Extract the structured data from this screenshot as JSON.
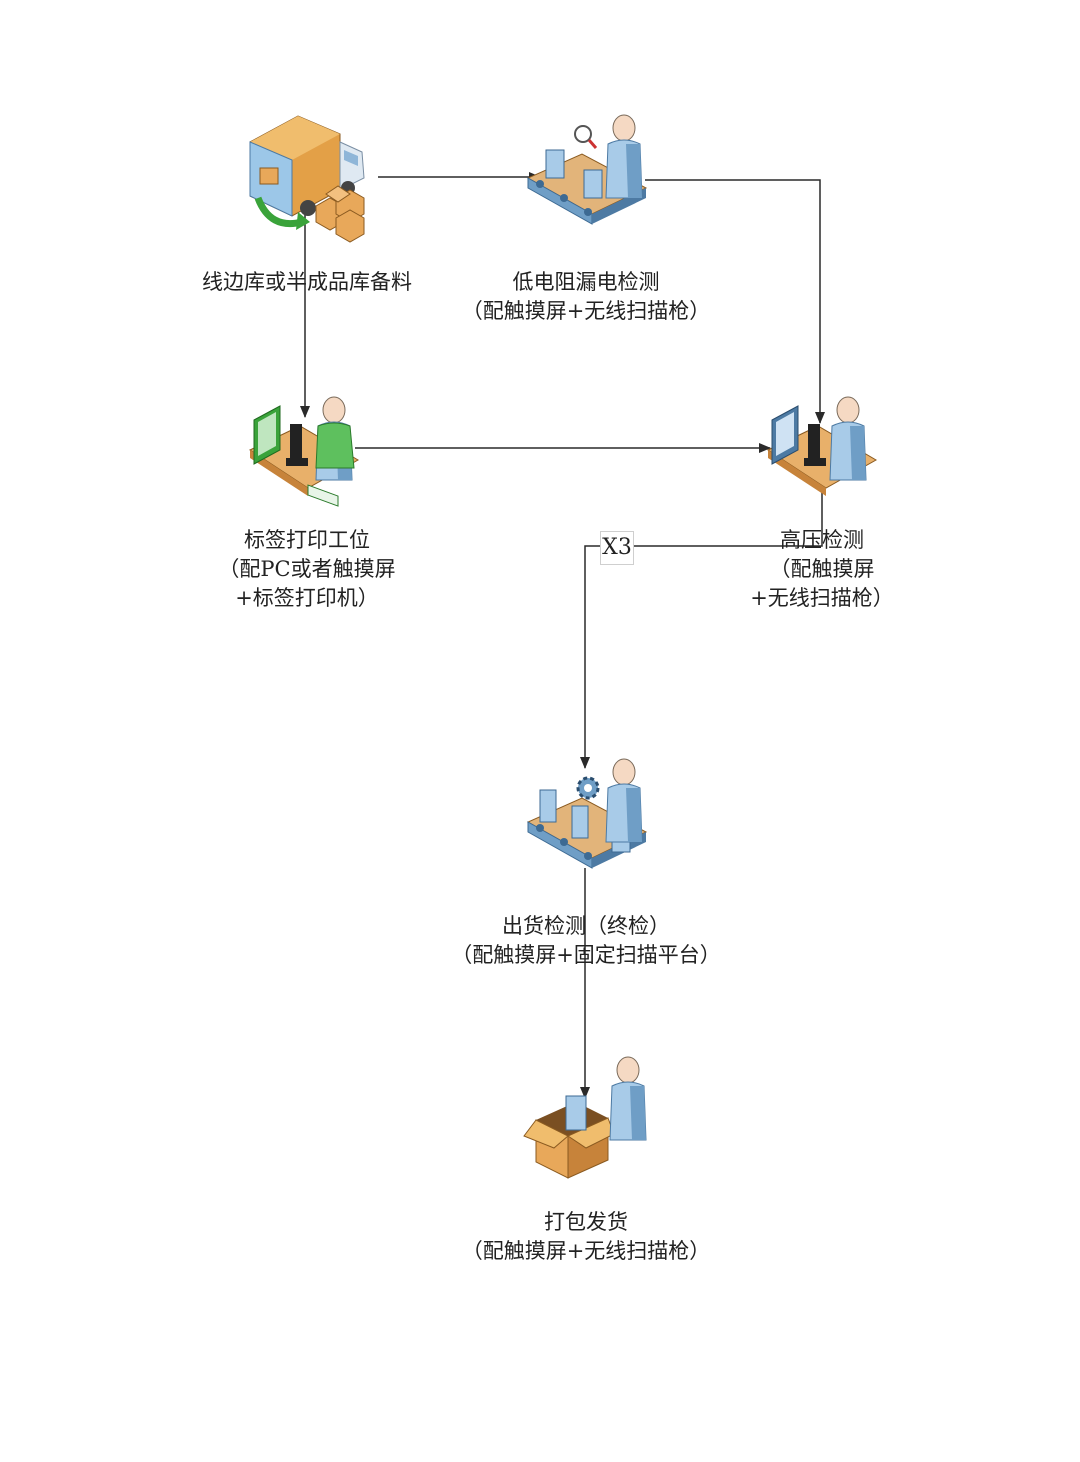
{
  "colors": {
    "line": "#2a2a2a",
    "person_body": "#a8cbe8",
    "person_shade": "#6f9ec6",
    "skin": "#f5d9c3",
    "box": "#e8a85a",
    "box_dark": "#c7833a",
    "conveyor": "#e2b47a",
    "accent_green": "#3aa33a"
  },
  "nodes": [
    {
      "id": "warehouse",
      "icon": "truck-boxes-icon",
      "lines": [
        "线边库或半成品库备料"
      ]
    },
    {
      "id": "low_resistance",
      "icon": "conveyor-inspector-icon",
      "lines": [
        "低电阻漏电检测",
        "（配触摸屏+无线扫描枪）"
      ]
    },
    {
      "id": "label_print",
      "icon": "workstation-green-icon",
      "lines": [
        "标签打印工位",
        "（配PC或者触摸屏",
        "+标签打印机）"
      ]
    },
    {
      "id": "high_voltage",
      "icon": "workstation-blue-icon",
      "lines": [
        "高压检测",
        "（配触摸屏",
        "+无线扫描枪）"
      ]
    },
    {
      "id": "shipping_check",
      "icon": "conveyor-gear-icon",
      "lines": [
        "出货检测（终检）",
        "（配触摸屏+固定扫描平台）"
      ]
    },
    {
      "id": "packing",
      "icon": "box-packer-icon",
      "lines": [
        "打包发货",
        "（配触摸屏+无线扫描枪）"
      ]
    }
  ],
  "edges": [
    {
      "from": "warehouse",
      "to": "low_resistance"
    },
    {
      "from": "low_resistance",
      "to": "high_voltage"
    },
    {
      "from": "warehouse",
      "to": "label_print"
    },
    {
      "from": "label_print",
      "to": "high_voltage"
    },
    {
      "from": "high_voltage",
      "to": "shipping_check",
      "label": "X3"
    },
    {
      "from": "shipping_check",
      "to": "packing"
    }
  ]
}
